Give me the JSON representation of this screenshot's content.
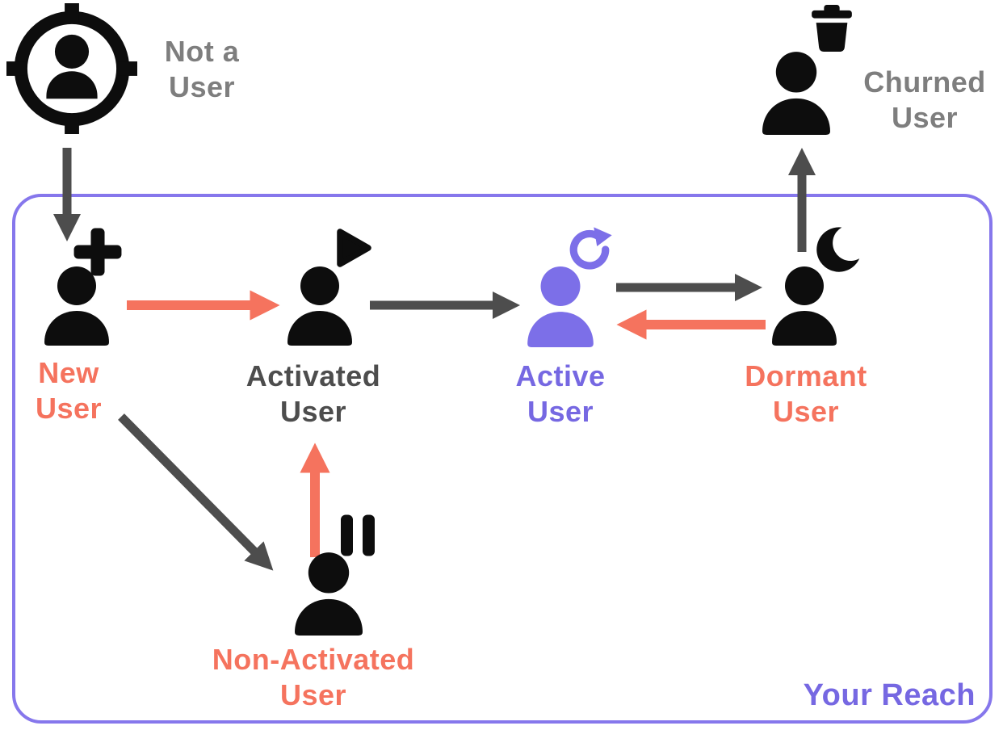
{
  "colors": {
    "coral": "#F5735E",
    "purple_text": "#7668E2",
    "purple_icon": "#7C6FE8",
    "purple_border": "#8677EC",
    "arrow_gray": "#4D4D4D",
    "label_gray_dark": "#4D4D4D",
    "label_gray_light": "#7E7E7E",
    "icon_black": "#0D0D0D"
  },
  "boundary": {
    "label": "Your Reach"
  },
  "nodes": {
    "not_a_user": {
      "line1": "Not a",
      "line2": "User"
    },
    "new_user": {
      "line1": "New",
      "line2": "User"
    },
    "activated_user": {
      "line1": "Activated",
      "line2": "User"
    },
    "active_user": {
      "line1": "Active",
      "line2": "User"
    },
    "dormant_user": {
      "line1": "Dormant",
      "line2": "User"
    },
    "churned_user": {
      "line1": "Churned",
      "line2": "User"
    },
    "non_activated_user": {
      "line1": "Non-Activated",
      "line2": "User"
    }
  }
}
